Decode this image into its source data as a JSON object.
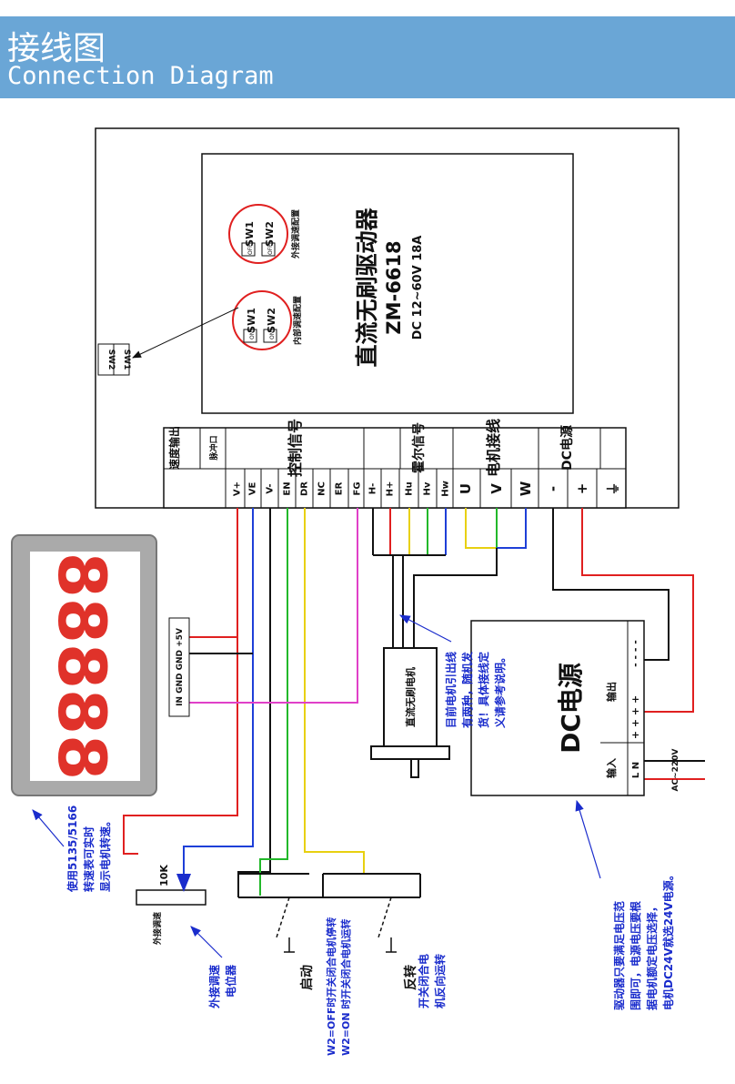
{
  "header": {
    "title_cn": "接线图",
    "title_en": "Connection Diagram"
  },
  "colors": {
    "header_bg": "#6aa6d6",
    "red": "#e02020",
    "blue": "#1e3fd8",
    "green": "#22b82a",
    "yellow": "#e8d010",
    "magenta": "#e040c8",
    "black": "#111111",
    "note_blue": "#1a2ccc",
    "panel_gray": "#aaaaaa",
    "display_red": "#e0322a"
  },
  "driver": {
    "name": "直流无刷驱动器",
    "model": "ZM-6618",
    "spec": "DC 12~60V 18A",
    "sw1_label": "SW1",
    "sw2_label": "SW2",
    "off_label": "OFF",
    "on_label": "ON",
    "internal_config": "内部调速配置",
    "external_config": "外接调速配置"
  },
  "terminal": {
    "side_sw1": "SW1",
    "side_sw2": "SW2",
    "groups": {
      "speed_out": "速度输出",
      "pulse": "脉冲口",
      "control": "控制信号",
      "hall": "霍尔信号",
      "motor": "电机接线",
      "dc": "DC电源"
    },
    "pins": [
      "V+",
      "VE",
      "V-",
      "EN",
      "DR",
      "NC",
      "ER",
      "FG",
      "H-",
      "H+",
      "Hu",
      "Hv",
      "Hw",
      "U",
      "V",
      "W",
      "-",
      "+",
      "⏚"
    ]
  },
  "display": {
    "digits": "88888",
    "pins": "IN GND GND +5V"
  },
  "motor": {
    "label": "直流无刷电机"
  },
  "power": {
    "title": "DC电源",
    "input_label": "输入",
    "input_ln": "L N",
    "output_label": "输出",
    "output_pos": "+ + + +",
    "output_neg": "- - - -",
    "ac_label": "AC~220V"
  },
  "pot": {
    "value": "10K",
    "label": "外接调速"
  },
  "notes": {
    "tacho": [
      "使用5135/5166",
      "转速表可实时",
      "显示电机转速。"
    ],
    "pot": [
      "外接调速",
      "电位器"
    ],
    "motor_lead": [
      "目前电机引出线",
      "有两种，随机发",
      "货！具体接线定",
      "义请参考说明。"
    ],
    "supply": [
      "驱动器只要满足电压范",
      "围即可，电源电压要根",
      "据电机额定电压选择，",
      "电机DC24V就选24V电源。"
    ],
    "start": "启动",
    "reverse": "反转",
    "start_desc": [
      "W2=OFF时开关闭合电机停转",
      "W2=ON  时开关闭合电机运转"
    ],
    "reverse_desc": [
      "开关闭合电",
      "机反向运转"
    ]
  }
}
